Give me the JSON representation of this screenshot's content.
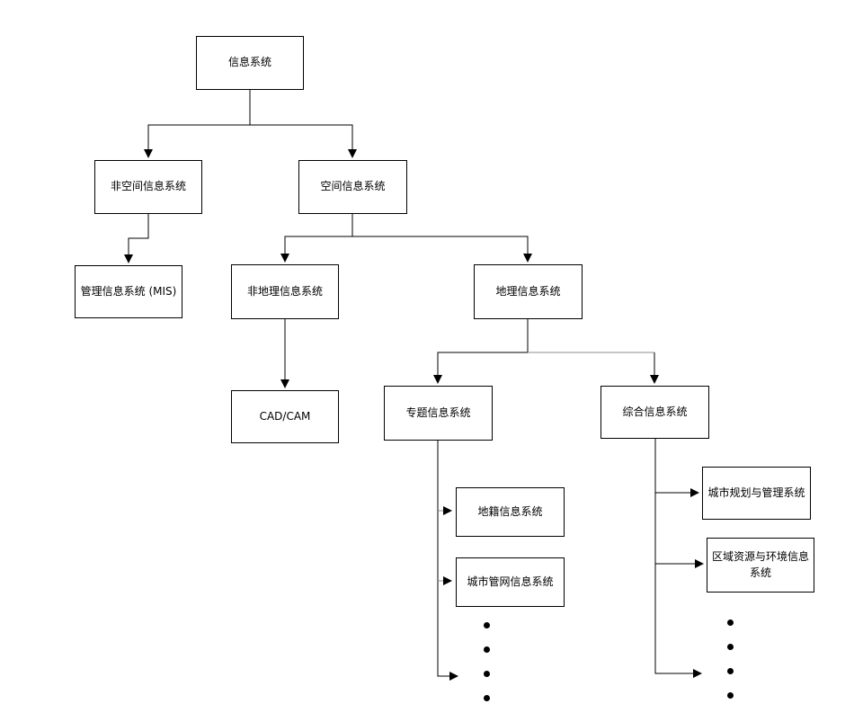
{
  "diagram": {
    "nodes": {
      "info_system": {
        "label": "信息系统"
      },
      "non_spatial": {
        "label": "非空间信息系统"
      },
      "spatial": {
        "label": "空间信息系统"
      },
      "mis": {
        "label": "管理信息系统 (MIS)"
      },
      "non_gis": {
        "label": "非地理信息系统"
      },
      "gis": {
        "label": "地理信息系统"
      },
      "cad_cam": {
        "label": "CAD/CAM"
      },
      "thematic": {
        "label": "专题信息系统"
      },
      "integrated": {
        "label": "综合信息系统"
      },
      "cadastral": {
        "label": "地籍信息系统"
      },
      "pipe_network": {
        "label": "城市管网信息系统"
      },
      "urban_planning": {
        "label": "城市规划与管理系统"
      },
      "regional_env": {
        "label": "区域资源与环境信息系统"
      }
    },
    "ellipsis": {
      "symbol": "•",
      "left_count": 4,
      "right_count": 4
    },
    "colors": {
      "line": "#000000",
      "line_secondary": "#8c8c8c",
      "node_border": "#000000",
      "node_fill": "#ffffff",
      "text": "#000000",
      "background": "#ffffff"
    }
  }
}
